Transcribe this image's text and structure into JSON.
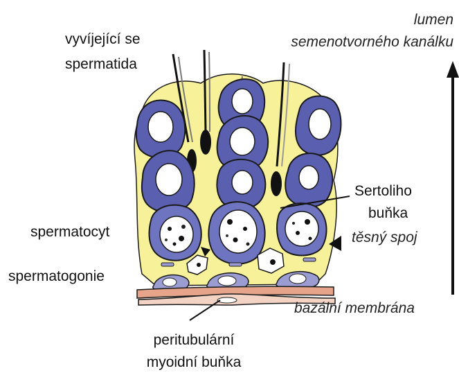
{
  "diagram": {
    "labels": {
      "lumen_line1": "lumen",
      "lumen_line2": "semenotvorného kanálku",
      "spermatid_line1": "vyvíjející se",
      "spermatid_line2": "spermatida",
      "sertoli_line1": "Sertoliho",
      "sertoli_line2": "buňka",
      "tight_junction": "těsný spoj",
      "spermatocyte": "spermatocyt",
      "spermatogonia": "spermatogonie",
      "basal_membrane": "bazální membrána",
      "myoid_line1": "peritubulární",
      "myoid_line2": "myoidní buňka"
    },
    "colors": {
      "sertoli_cytoplasm": "#f7f19a",
      "germ_cell": "#5a5fb0",
      "spermatocyte_rim": "#6f74c0",
      "spermatogonia": "#9a9cd2",
      "basal_membrane": "#e6a58a",
      "outline": "#1a1a1a"
    }
  }
}
